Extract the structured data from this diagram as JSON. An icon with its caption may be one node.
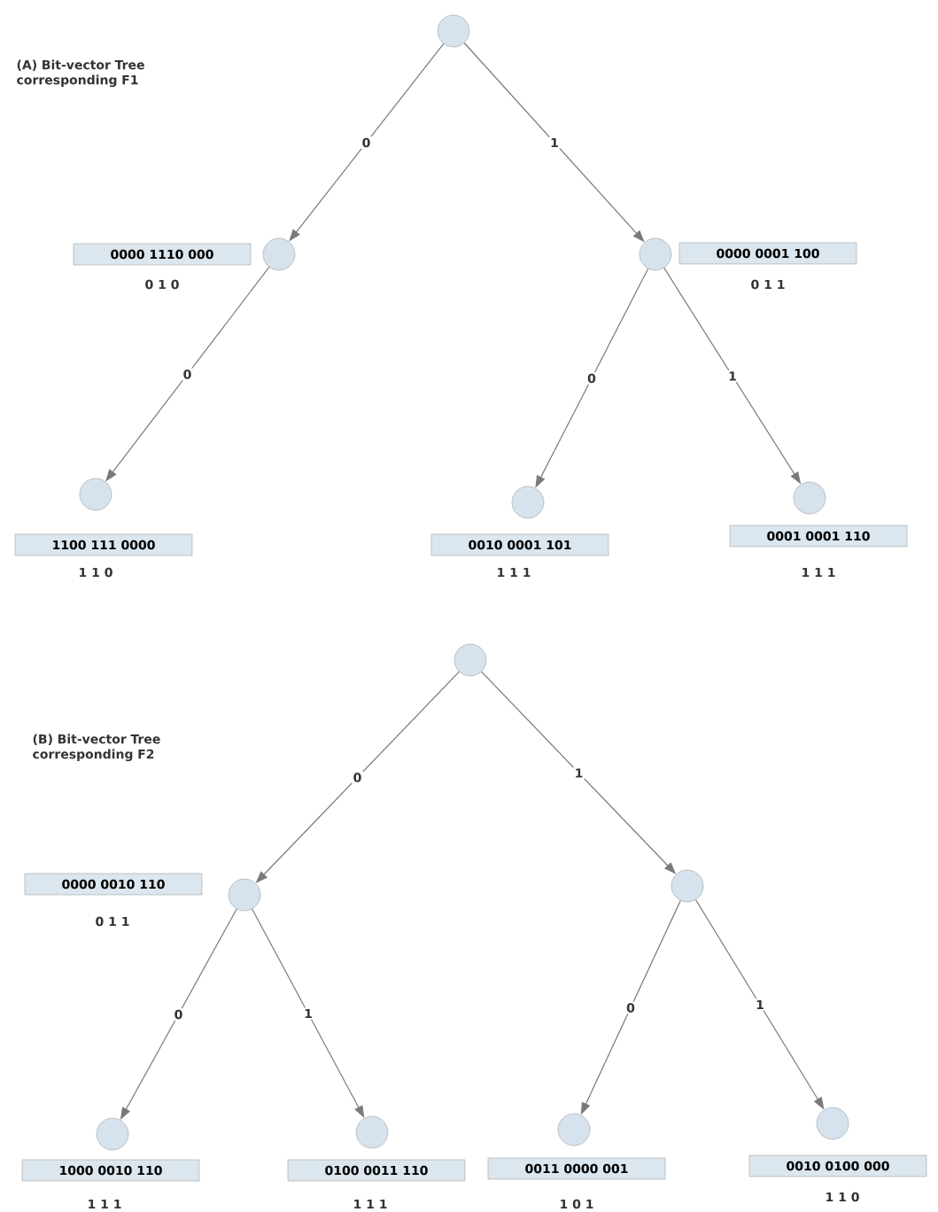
{
  "diagram": {
    "nodes": [
      {
        "text": [],
        "shape": "circle"
      },
      {
        "text": [],
        "shape": "circle"
      },
      {
        "text": [
          "0000 1110 000"
        ],
        "beside": [
          "0 1 0"
        ]
      },
      {
        "text": [],
        "shape": "circle"
      },
      {
        "text": [
          "0000 0001 100"
        ],
        "beside": [
          "0 1 1"
        ]
      },
      {
        "text": [],
        "shape": "circle"
      },
      {
        "text": [
          "1100 111 0000"
        ],
        "beside": [
          "1 1 0"
        ]
      },
      {
        "text": [],
        "shape": "circle"
      },
      {
        "text": [
          "0010 0001 101"
        ],
        "beside": [
          "1 1 1"
        ]
      },
      {
        "text": [],
        "shape": "circle"
      },
      {
        "text": [
          "0001 0001 110"
        ],
        "beside": [
          "1 1 1"
        ]
      },
      {
        "text": [],
        "shape": "circle"
      },
      {
        "text": [
          "0000 0010 110"
        ],
        "beside": [
          "0 1 1"
        ]
      },
      {
        "text": [],
        "shape": "circle"
      },
      {
        "text": [],
        "shape": "circle"
      },
      {
        "text": [],
        "shape": "circle"
      },
      {
        "text": [
          "1000 0010 110"
        ],
        "beside": [
          "1 1 1"
        ]
      },
      {
        "text": [],
        "shape": "circle"
      },
      {
        "text": [
          "0100 0011 110"
        ],
        "beside": [
          "1 1 1"
        ]
      },
      {
        "text": [],
        "shape": "circle"
      },
      {
        "text": [
          "0011 0000 001"
        ],
        "beside": [
          "1 0 1"
        ]
      },
      {
        "text": [],
        "shape": "circle"
      },
      {
        "text": [
          "0010 0100 000"
        ],
        "beside": [
          "1 1 0"
        ]
      }
    ],
    "edges": [
      {
        "from": 0,
        "to": 1,
        "arrow": "to",
        "label": "0"
      },
      {
        "from": 0,
        "to": 3,
        "arrow": "to",
        "label": "1"
      },
      {
        "from": 1,
        "to": 5,
        "arrow": "to",
        "label": "0"
      },
      {
        "from": 3,
        "to": 7,
        "arrow": "to",
        "label": "0"
      },
      {
        "from": 3,
        "to": 9,
        "arrow": "to",
        "label": "1"
      },
      {
        "from": 11,
        "to": 13,
        "arrow": "to",
        "label": "0"
      },
      {
        "from": 11,
        "to": 14,
        "arrow": "to",
        "label": "1"
      },
      {
        "from": 13,
        "to": 15,
        "arrow": "to",
        "label": "0"
      },
      {
        "from": 13,
        "to": 17,
        "arrow": "to",
        "label": "1"
      },
      {
        "from": 14,
        "to": 19,
        "arrow": "to",
        "label": "0"
      },
      {
        "from": 14,
        "to": 21,
        "arrow": "to",
        "label": "1"
      }
    ],
    "labels": [
      "(A) Bit-vector Tree corresponding F1",
      "(B) Bit-vector Tree corresponding F2"
    ]
  }
}
